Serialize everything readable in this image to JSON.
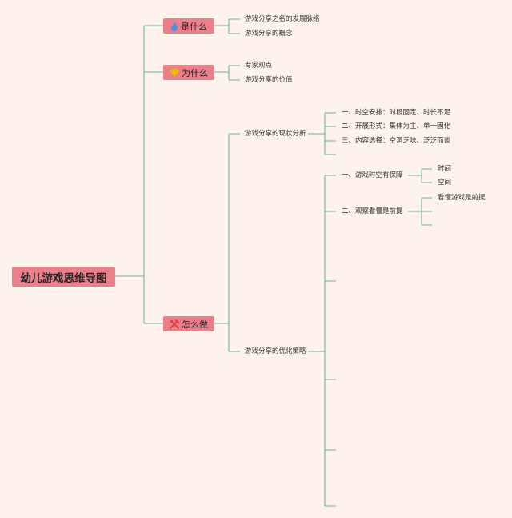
{
  "root": {
    "label": "幼儿游戏思维导图"
  },
  "branches": [
    {
      "label": "是什么",
      "icon": "flame-icon",
      "icon_color": "#4a90e2",
      "children": [
        "游戏分享之名的发展脉络",
        "游戏分享的概念"
      ]
    },
    {
      "label": "为什么",
      "icon": "diamond-icon",
      "icon_color": "#f5c518",
      "children": [
        "专家观点",
        "游戏分享的价值"
      ]
    },
    {
      "label": "怎么做",
      "icon": "tools-icon",
      "icon_color": "#e23b3b",
      "children": [
        {
          "label": "游戏分享的现状分析",
          "children": [
            "一、时空安排：时段固定、时长不足",
            "二、开展形式：集体为主、单一固化",
            "三、内容选择：空洞乏味、泛泛而谈",
            ""
          ]
        },
        {
          "label": "游戏分享的优化策略",
          "children": [
            {
              "label": "一、游戏时空有保障",
              "children": [
                "时间",
                "空间"
              ]
            },
            {
              "label": "二、观察看懂是前提",
              "children": [
                "看懂游戏是前提",
                "",
                ""
              ]
            },
            {
              "label": ""
            },
            {
              "label": ""
            },
            {
              "label": ""
            },
            {
              "label": ""
            },
            {
              "label": ""
            }
          ]
        }
      ]
    }
  ],
  "colors": {
    "background": "#fdf2ec",
    "node_fill": "#ec7f8a",
    "line": "#6fae8f"
  }
}
